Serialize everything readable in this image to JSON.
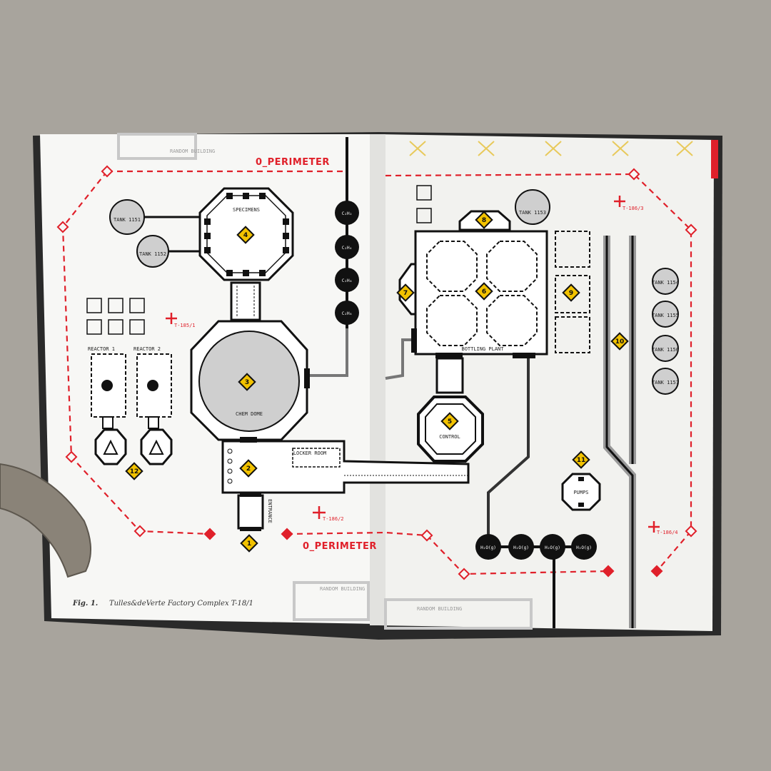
{
  "figure": {
    "caption_prefix": "Fig. 1.",
    "caption_text": "Tulles&deVerte Factory Complex T-18/1"
  },
  "perimeter": {
    "top_label": "0_PERIMETER",
    "bottom_label": "0_PERIMETER"
  },
  "buildings": {
    "random_top": "RANDOM BUILDING",
    "random_bottom_left": "RANDOM BUILDING",
    "random_bottom_right": "RANDOM BUILDING",
    "specimens": "SPECIMENS",
    "chem_dome": "CHEM DOME",
    "locker_room": "LOCKER ROOM",
    "entrance": "ENTRANCE",
    "control": "CONTROL",
    "bottling_plant": "BOTTLING PLANT",
    "pumps": "PUMPS",
    "reactor_1": "REACTOR 1",
    "reactor_2": "REACTOR 2"
  },
  "tanks": {
    "t1151": "TANK 1151",
    "t1152": "TANK 1152",
    "t1153": "TANK 1153",
    "t1154": "TANK 1154",
    "t1155": "TANK 1155",
    "t1156": "TANK 1156",
    "t1157": "TANK 1157"
  },
  "pipes": {
    "c_top": [
      "C₂H₂",
      "C₂H₄",
      "C₂H₆",
      "C₂H₈"
    ],
    "h2o": [
      "H₂O(g)",
      "H₂O(g)",
      "H₂O(g)",
      "H₂O(g)"
    ]
  },
  "markers": {
    "m1": "1",
    "m2": "2",
    "m3": "3",
    "m4": "4",
    "m5": "5",
    "m6": "6",
    "m7": "7",
    "m8": "8",
    "m9": "9",
    "m10": "10",
    "m11": "11",
    "m12": "12"
  },
  "points": {
    "t185_1": "T-185/1",
    "t186_2": "T-186/2",
    "t186_3": "T-186/3",
    "t186_4": "T-186/4"
  },
  "colors": {
    "perimeter": "#e0202a",
    "hazard": "#f2c200",
    "ink": "#111111",
    "tank_fill": "#cfcfcf",
    "paper": "#f7f7f5",
    "floor": "#a8a49d"
  }
}
